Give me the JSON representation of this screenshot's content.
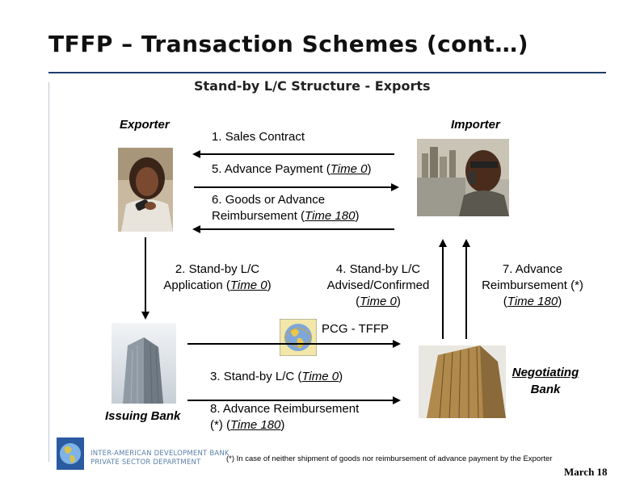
{
  "header": {
    "title": "TFFP – Transaction Schemes (cont…)",
    "subtitle": "Stand-by L/C Structure - Exports"
  },
  "parties": {
    "exporter": "Exporter",
    "importer": "Importer",
    "issuing_bank": "Issuing Bank",
    "negotiating_bank_line1": "Negotiating",
    "negotiating_bank_line2": "Bank",
    "pcg": "PCG - TFFP"
  },
  "steps": {
    "s1": {
      "num": "1.",
      "text": "Sales Contract"
    },
    "s5": {
      "num": "5.",
      "text": "Advance Payment (",
      "time": "Time 0",
      "close": ")"
    },
    "s6": {
      "num": "6.",
      "line1": "Goods or Advance",
      "line2_pre": "Reimbursement (",
      "time": "Time 180",
      "close": ")"
    },
    "s2": {
      "num": "2.",
      "line1": "Stand-by L/C",
      "line2_pre": "Application (",
      "time": "Time 0",
      "close": ")"
    },
    "s4": {
      "num": "4.",
      "line1": "Stand-by L/C",
      "line2": "Advised/Confirmed",
      "line3_pre": "(",
      "time": "Time 0",
      "close": ")"
    },
    "s7": {
      "num": "7.",
      "line1": "Advance",
      "line2": "Reimbursement (*)",
      "line3_pre": "(",
      "time": "Time 180",
      "close": ")"
    },
    "s3": {
      "num": "3.",
      "text_pre": "Stand-by L/C (",
      "time": "Time 0",
      "close": ")"
    },
    "s8": {
      "num": "8.",
      "line1": "Advance Reimbursement",
      "line2_pre": "(*) (",
      "time": "Time 180",
      "close": ")"
    }
  },
  "footer": {
    "org_line1": "INTER-AMERICAN DEVELOPMENT BANK",
    "org_line2": "PRIVATE SECTOR DEPARTMENT",
    "footnote": "(*) In case of neither shipment of goods nor reimbursement of advance payment by the Exporter",
    "date": "March 18"
  },
  "icons": {
    "exporter_photo": "exporter-photo",
    "importer_photo": "importer-photo",
    "issuing_bank_photo": "skyscraper-photo",
    "negotiating_bank_photo": "office-tower-photo",
    "pcg_logo": "globe-logo",
    "idb_logo": "idb-logo"
  },
  "colors": {
    "accent": "#1f3d6b",
    "idb_text": "#5a7fa8"
  }
}
